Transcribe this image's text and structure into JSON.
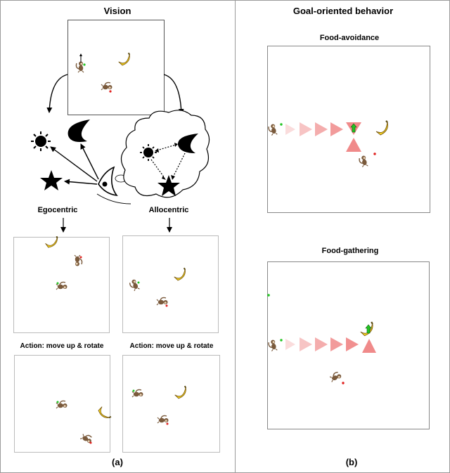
{
  "panel_a": {
    "title": "Vision",
    "egocentric_label": "Egocentric",
    "allocentric_label": "Allocentric",
    "action_label_left": "Action: move up & rotate",
    "action_label_right": "Action: move up & rotate",
    "caption": "(a)"
  },
  "panel_b": {
    "title": "Goal-oriented behavior",
    "food_avoidance_label": "Food-avoidance",
    "food_gathering_label": "Food-gathering",
    "caption": "(b)"
  },
  "colors": {
    "monkey": "#7a5a3c",
    "banana": "#f5d21e",
    "green_marker": "#22c422",
    "red_marker": "#e0201e",
    "arrow_pink": "#f08a8a"
  }
}
